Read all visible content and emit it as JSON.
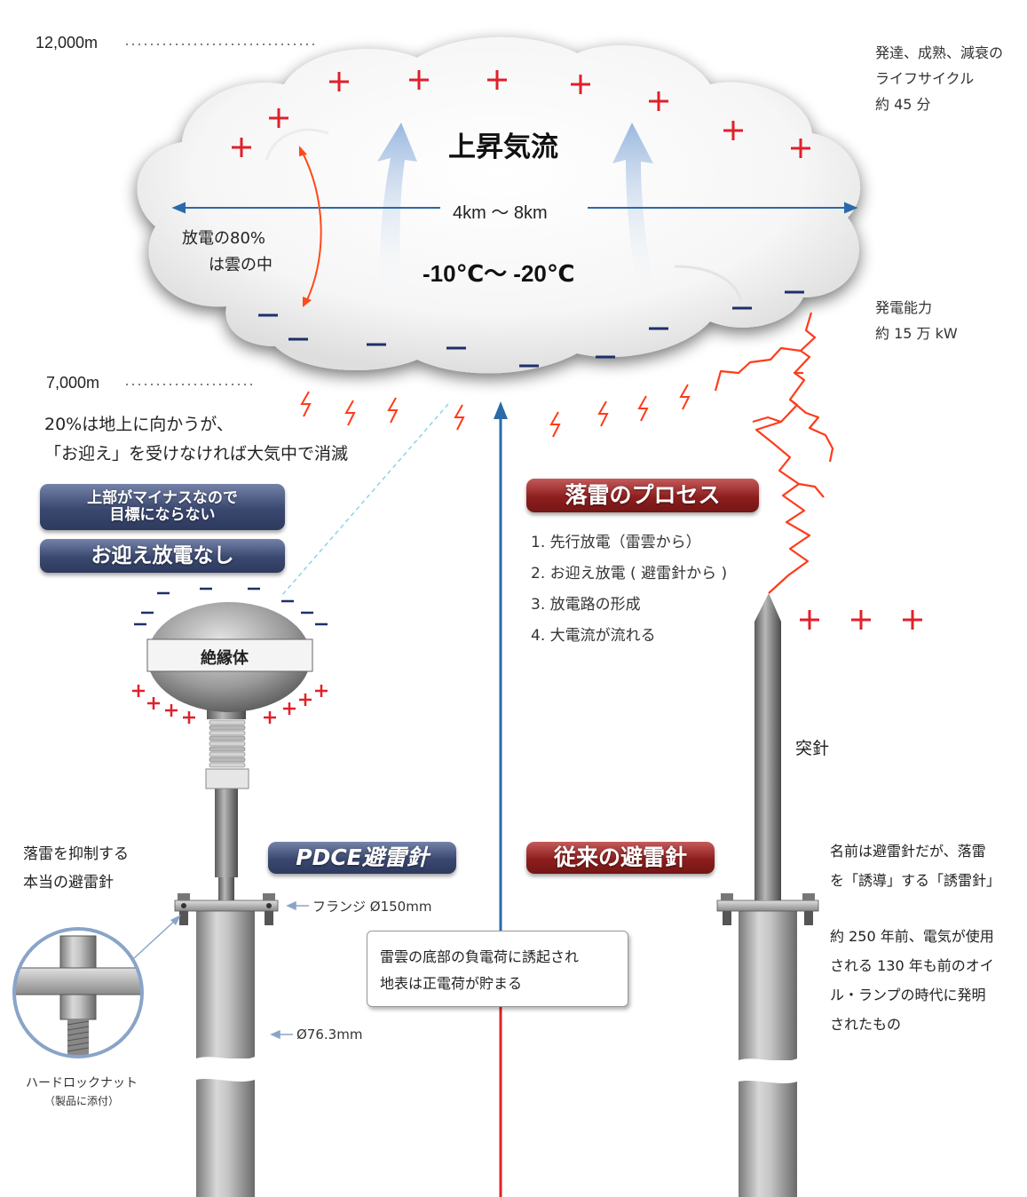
{
  "altitudes": {
    "top": "12,000m",
    "bottom": "7,000m"
  },
  "cloud": {
    "updraft": "上昇気流",
    "width": "4km ～ 8km",
    "temperature": "-10℃～ -20℃",
    "discharge_in_cloud": [
      "放電の80%",
      "は雲の中"
    ]
  },
  "lifecycle": [
    "発達、成熟、減衰の",
    "ライフサイクル",
    "約 45 分"
  ],
  "power": [
    "発電能力",
    "約 15 万 kW"
  ],
  "ground_bound": [
    "20%は地上に向かうが、",
    "「お迎え」を受けなければ大気中で消滅"
  ],
  "badges": {
    "not_target": [
      "上部がマイナスなので",
      "目標にならない"
    ],
    "no_upward": "お迎え放電なし",
    "process_title": "落雷のプロセス",
    "pdce": "PDCE避雷針",
    "conventional": "従来の避雷針"
  },
  "process_steps": [
    "1. 先行放電（雷雲から）",
    "2. お迎え放電 ( 避雷針から )",
    "3. 放電路の形成",
    "4. 大電流が流れる"
  ],
  "insulator": "絶縁体",
  "pdce_caption": [
    "落雷を抑制する",
    "本当の避雷針"
  ],
  "flange": "フランジ Ø150mm",
  "pipe_dia": "Ø76.3mm",
  "hardlock": [
    "ハードロックナット",
    "（製品に添付）"
  ],
  "ground_note": [
    "雷雲の底部の負電荷に誘起され",
    "地表は正電荷が貯まる"
  ],
  "tip_label": "突針",
  "conventional_note": [
    "名前は避雷針だが、落雷",
    "を「誘導」する「誘雷針」",
    "約 250 年前、電気が使用",
    "される 130 年も前のオイ",
    "ル・ランプの時代に発明",
    "されたもの"
  ],
  "colors": {
    "plus": "#e0202a",
    "minus": "#1e2f6a",
    "lightning": "#ff3b1a",
    "arrow_blue": "#2a6aa8",
    "pill_blue": "#3a4870",
    "pill_red": "#8e1e1e"
  }
}
